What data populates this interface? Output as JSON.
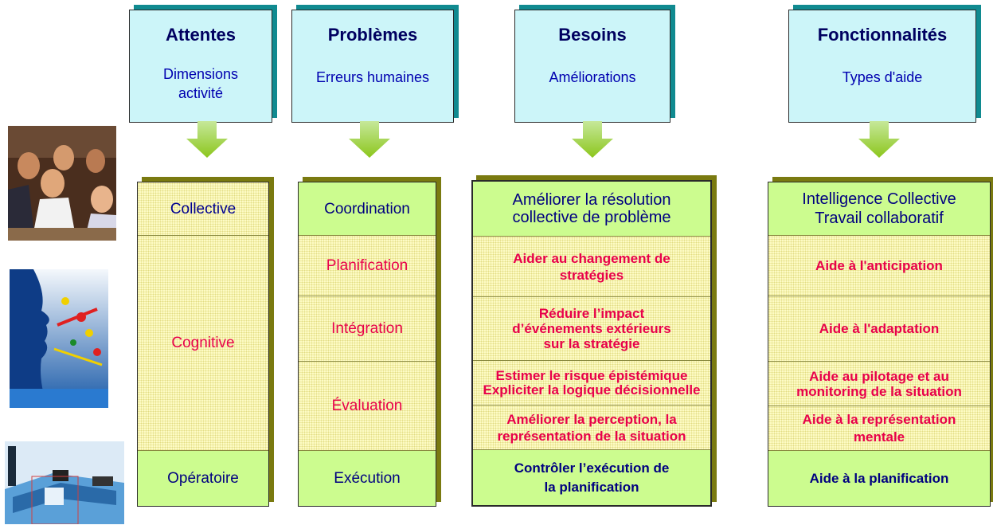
{
  "headers": [
    {
      "title": "Attentes",
      "subtitle": "Dimensions activité"
    },
    {
      "title": "Problèmes",
      "subtitle": "Erreurs humaines"
    },
    {
      "title": "Besoins",
      "subtitle": "Améliorations"
    },
    {
      "title": "Fonctionnalités",
      "subtitle": "Types d'aide"
    }
  ],
  "attentes": {
    "collective": "Collective",
    "cognitive": "Cognitive",
    "operatoire": "Opératoire"
  },
  "problemes": {
    "coordination": "Coordination",
    "planification": "Planification",
    "integration": "Intégration",
    "evaluation": "Évaluation",
    "execution": "Exécution"
  },
  "besoins": {
    "resolution": "Améliorer la résolution collective de problème",
    "strategies": "Aider au changement de stratégies",
    "impact": "Réduire l’impact d’événements extérieurs sur la stratégie",
    "risque": "Estimer le risque épistémique Expliciter la logique décisionnelle",
    "perception": "Améliorer la perception, la représentation de la situation",
    "controle": "Contrôler l’exécution de la planification"
  },
  "fonctionnalites": {
    "intelligence": "Intelligence Collective Travail collaboratif",
    "anticipation": "Aide à l'anticipation",
    "adaptation": "Aide à l'adaptation",
    "pilotage": "Aide au pilotage et au monitoring de la situation",
    "representation": "Aide à la représentation mentale",
    "planification": "Aide à la planification"
  },
  "colors": {
    "header_bg": "#ccf5f9",
    "header_shadow": "#108a90",
    "green_cell": "#ccfc8f",
    "dotted_cell": "#fdfbc4",
    "navy_text": "#000080",
    "pink_text": "#e8004a",
    "arrow_green": "#a8d62a"
  }
}
